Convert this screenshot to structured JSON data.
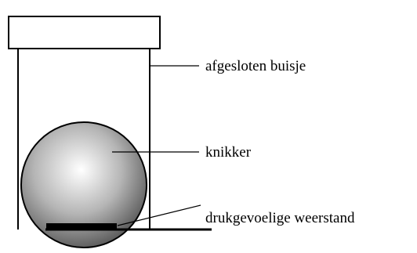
{
  "labels": {
    "tube": "afgesloten buisje",
    "marble": "knikker",
    "sensor": "drukgevoelige weerstand"
  },
  "colors": {
    "stroke": "#000000",
    "background": "#ffffff",
    "marble_light": "#ffffff",
    "marble_dark": "#2f2f2f"
  }
}
